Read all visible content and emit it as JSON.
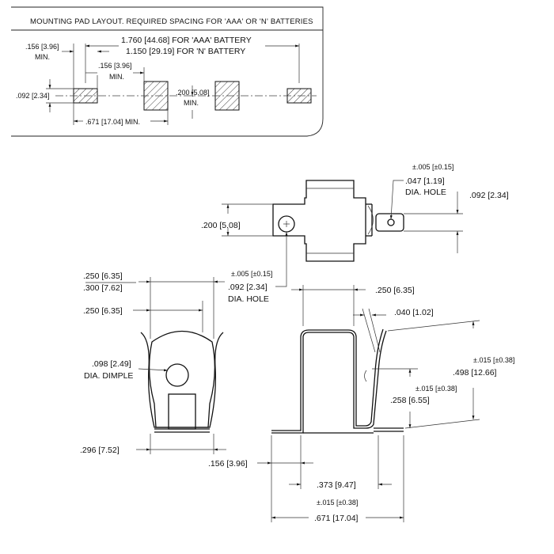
{
  "layout_panel": {
    "title": "MOUNTING PAD LAYOUT.  REQUIRED SPACING FOR 'AAA' OR 'N' BATTERIES",
    "pad_width": ".156 [3.96]",
    "min": "MIN.",
    "span_aaa": "1.760 [44.68] FOR 'AAA' BATTERY",
    "span_n": "1.150 [29.19] FOR 'N' BATTERY",
    "pad_gap": ".156 [3.96]",
    "pad_height": ".092 [2.34]",
    "center_gap": ".200 [5.08]",
    "inner_span": ".671 [17.04] MIN."
  },
  "top_view": {
    "hole_tol_right": "±.005 [±0.15]",
    "hole_right": ".047 [1.19]",
    "dia_hole": "DIA. HOLE",
    "tab_height": ".092 [2.34]",
    "body_height": ".200 [5.08]",
    "hole_tol_left": "±.005 [±0.15]",
    "hole_left": ".092 [2.34]",
    "dia_hole_left": "DIA. HOLE"
  },
  "front_view": {
    "dim_a": ".250 [6.35]",
    "dim_b": ".300 [7.62]",
    "dim_c": ".250 [6.35]",
    "dimple": ".098 [2.49]",
    "dia_dimple": "DIA. DIMPLE",
    "base_width": ".296 [7.52]"
  },
  "side_view": {
    "top_width": ".250 [6.35]",
    "thickness": ".040 [1.02]",
    "height_tol": "±.015 [±0.38]",
    "height": ".498 [12.66]",
    "dimple_tol": "±.015 [±0.38]",
    "dimple_height": ".258 [6.55]",
    "foot": ".156 [3.96]",
    "foot_span": ".373 [9.47]",
    "overall_tol": "±.015 [±0.38]",
    "overall": ".671 [17.04]"
  }
}
